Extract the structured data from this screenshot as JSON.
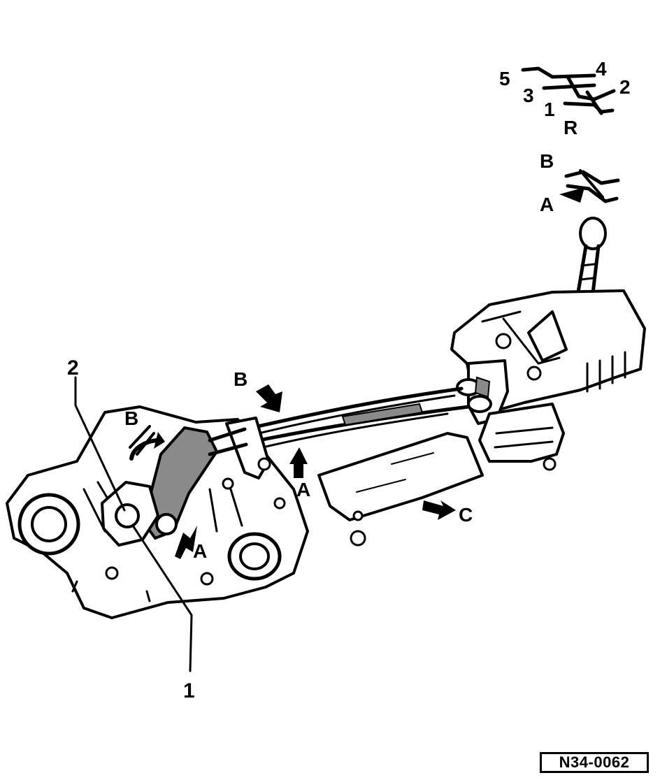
{
  "gear_pattern": {
    "positions": [
      "5",
      "4",
      "3",
      "2",
      "1",
      "R"
    ]
  },
  "shift_detail": {
    "label_b": "B",
    "label_a": "A"
  },
  "callouts": {
    "part_1": "1",
    "part_2": "2",
    "arrow_b_cable": "B",
    "arrow_a_cable": "A",
    "arrow_c_cover": "C",
    "arrow_b_lever": "B",
    "arrow_a_lever": "A"
  },
  "reference_code": "N34-0062"
}
